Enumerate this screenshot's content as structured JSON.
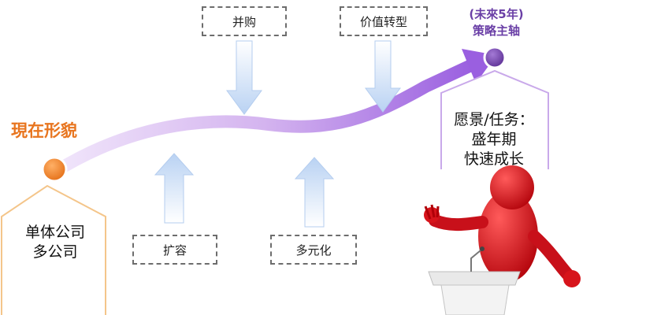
{
  "current_state": {
    "title": "現在形貌",
    "lines": [
      "单体公司",
      "多公司"
    ]
  },
  "strategy": {
    "timeframe": "(未來5年)",
    "title": "策略主轴",
    "lines": [
      "愿景/任务：",
      "盛年期",
      "快速成长"
    ]
  },
  "drivers_top": [
    {
      "label": "并购"
    },
    {
      "label": "价值转型"
    }
  ],
  "drivers_bottom": [
    {
      "label": "扩容"
    },
    {
      "label": "多元化"
    }
  ],
  "colors": {
    "current": "#e8751f",
    "strategy": "#6a3fa6",
    "curve": "#c49be8",
    "arrow": "#cfe0f7",
    "figure": "#d7141b"
  },
  "icons": {
    "speaker": "person-at-podium-icon"
  }
}
